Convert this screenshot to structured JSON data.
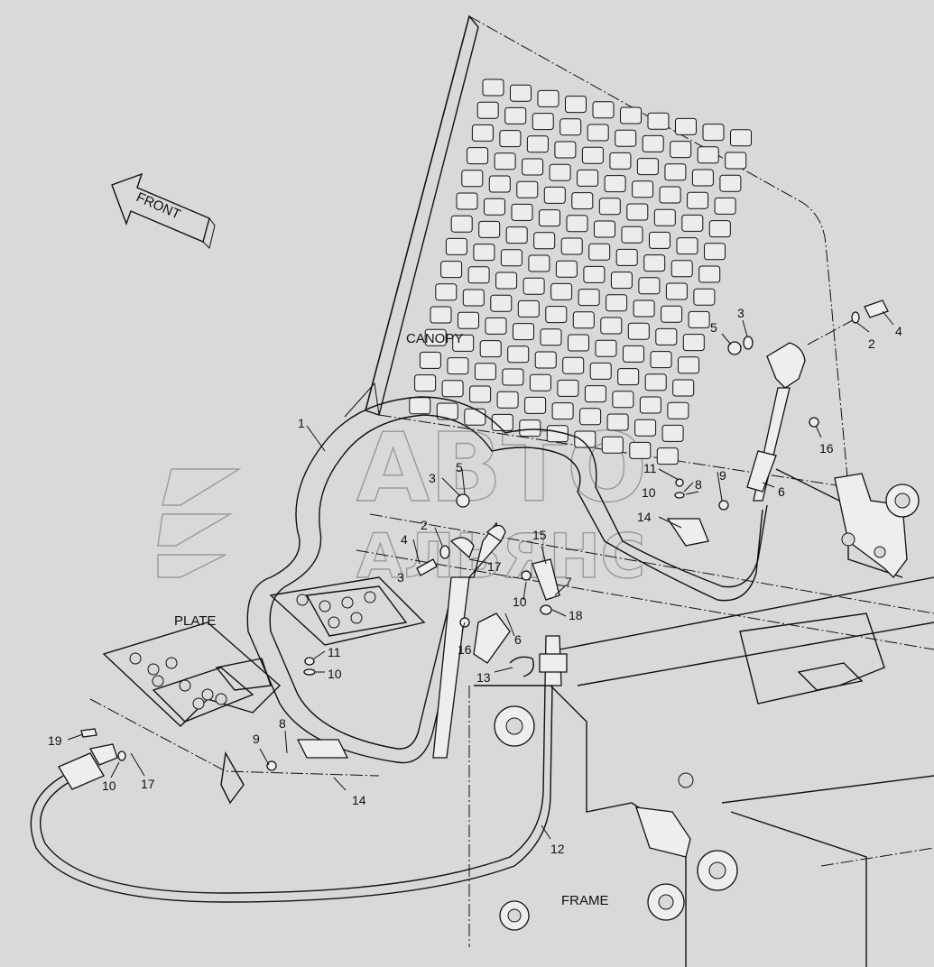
{
  "labels": {
    "canopy": "CANOPY",
    "plate": "PLATE",
    "frame": "FRAME",
    "front": "FRONT"
  },
  "watermark": {
    "line1": "АВТО",
    "line2": "АЛЬЯНС"
  },
  "callouts": {
    "c1": "1",
    "c2a": "2",
    "c2b": "2",
    "c3a": "3",
    "c3b": "3",
    "c3c": "3",
    "c4a": "4",
    "c4b": "4",
    "c5a": "5",
    "c5b": "5",
    "c6a": "6",
    "c6b": "6",
    "c7": "7",
    "c8a": "8",
    "c8b": "8",
    "c9a": "9",
    "c9b": "9",
    "c10a": "10",
    "c10b": "10",
    "c10c": "10",
    "c10d": "10",
    "c11a": "11",
    "c11b": "11",
    "c12": "12",
    "c13": "13",
    "c14a": "14",
    "c14b": "14",
    "c15": "15",
    "c16a": "16",
    "c16b": "16",
    "c17a": "17",
    "c17b": "17",
    "c18": "18",
    "c19": "19"
  },
  "colors": {
    "background": "#d9d9d9",
    "line": "#111111",
    "watermark": "#9a9a9a"
  }
}
